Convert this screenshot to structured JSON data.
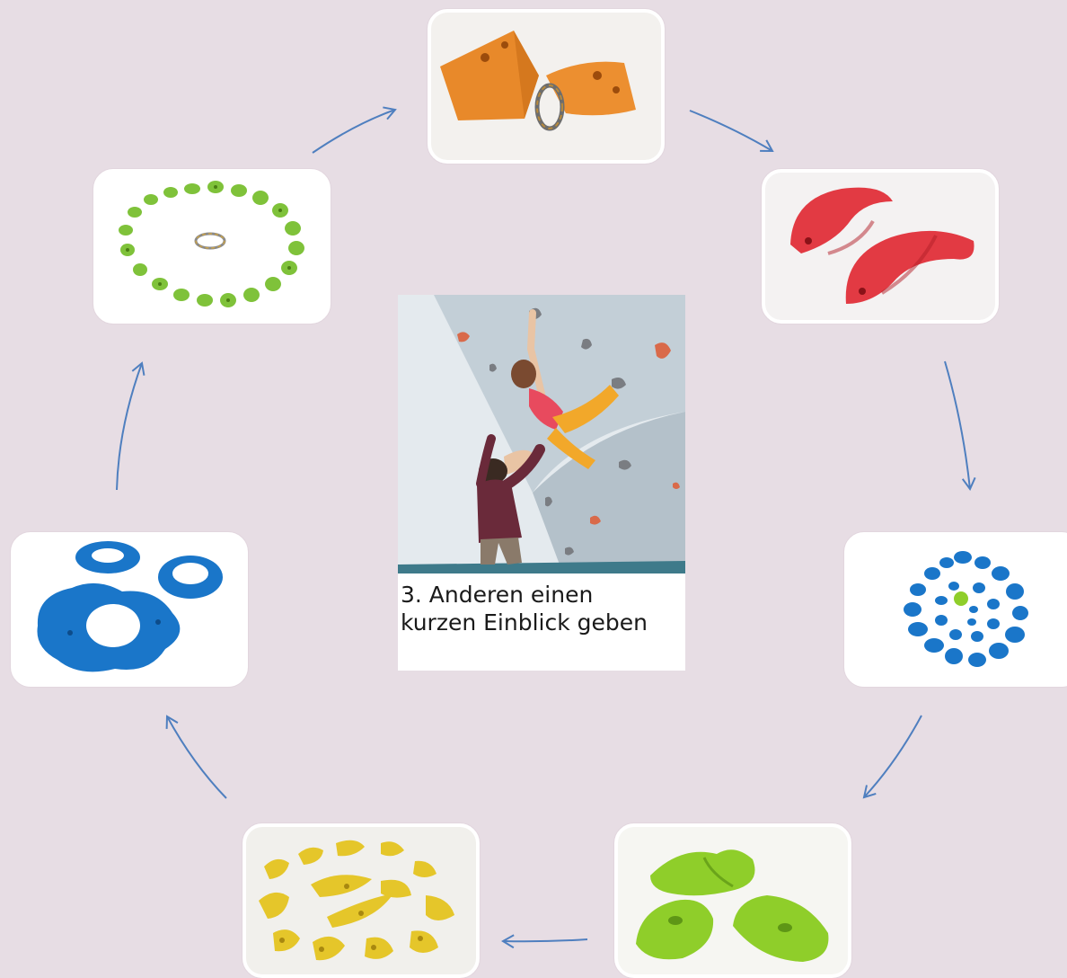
{
  "center": {
    "caption_lines": [
      "3. Anderen einen",
      "kurzen Einblick geben"
    ]
  },
  "nodes": [
    {
      "id": "orange-holds",
      "icon": "orange-climbing-holds-photo"
    },
    {
      "id": "red-holds",
      "icon": "red-climbing-holds-photo"
    },
    {
      "id": "blue-spiral-holds",
      "icon": "blue-holds-spiral-photo"
    },
    {
      "id": "lime-holds",
      "icon": "lime-climbing-holds-photo"
    },
    {
      "id": "yellow-holds",
      "icon": "yellow-climbing-holds-photo"
    },
    {
      "id": "blue-large-holds",
      "icon": "blue-volume-holds-photo"
    },
    {
      "id": "green-ring-holds",
      "icon": "green-holds-ring-photo"
    }
  ],
  "colors": {
    "background": "#e7dde4",
    "arrow": "#4f7fbf",
    "orange": "#e8892a",
    "red": "#e23a43",
    "blue": "#1a76c9",
    "lime": "#8fce2a",
    "yellow": "#e5c62a",
    "green": "#7fc23a"
  }
}
